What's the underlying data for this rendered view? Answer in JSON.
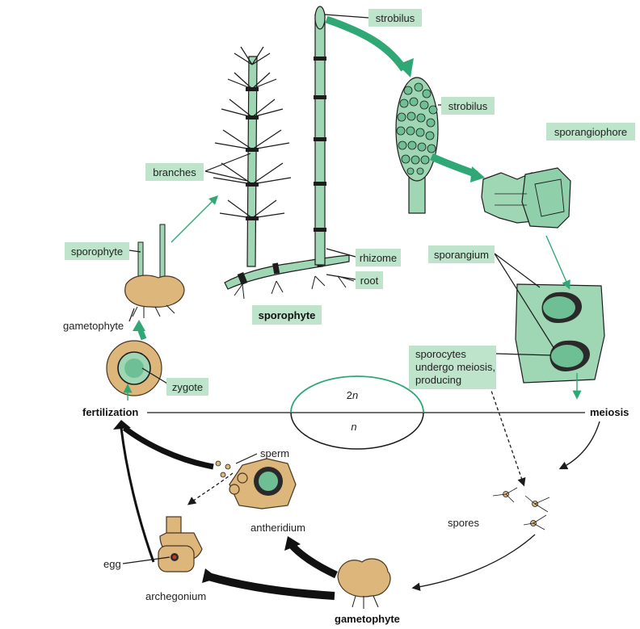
{
  "labels": {
    "strobilus_top": "strobilus",
    "strobilus_mid": "strobilus",
    "sporangiophore": "sporangiophore",
    "branches": "branches",
    "sporophyte_small": "sporophyte",
    "rhizome": "rhizome",
    "root": "root",
    "sporangium": "sporangium",
    "sporophyte_main": "sporophyte",
    "gametophyte_small": "gametophyte",
    "zygote": "zygote",
    "sporocytes_line1": "sporocytes",
    "sporocytes_line2": "undergo meiosis,",
    "sporocytes_line3": "producing",
    "fertilization": "fertilization",
    "meiosis": "meiosis",
    "ploidy_2n_num": "2",
    "ploidy_2n_var": "n",
    "ploidy_n": "n",
    "sperm": "sperm",
    "antheridium": "antheridium",
    "spores": "spores",
    "egg": "egg",
    "archegonium": "archegonium",
    "gametophyte_main": "gametophyte"
  },
  "colors": {
    "label_box": "#bfe4cc",
    "green_arrow": "#2fa876",
    "plant_green": "#9fd6b4",
    "gametophyte_tan": "#dcb67a"
  }
}
